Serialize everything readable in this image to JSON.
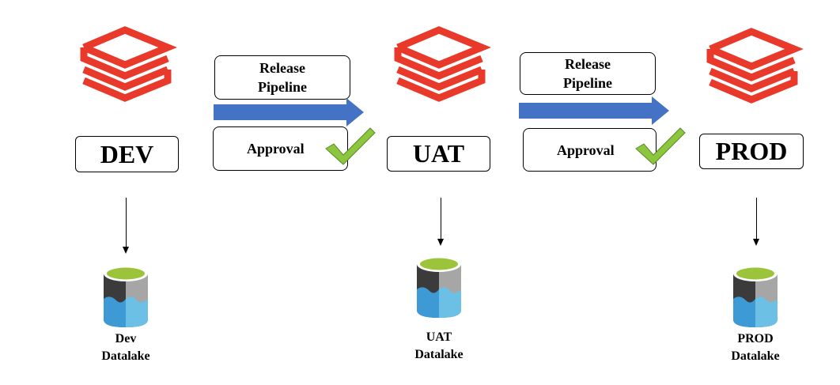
{
  "colors": {
    "databricks_red": "#e8392b",
    "pipeline_arrow": "#4472c4",
    "check_green": "#8cc63f",
    "lake_dark": "#3b3b3b",
    "lake_grey": "#a6a6a6",
    "lake_blue": "#3e9ad5",
    "lake_light_blue": "#6cc0e5",
    "lake_top": "#9bc43a"
  },
  "environments": [
    {
      "name": "DEV",
      "datalake_line1": "Dev",
      "datalake_line2": "Datalake",
      "icon": "databricks-logo-icon",
      "storage_icon": "data-lake-storage-icon"
    },
    {
      "name": "UAT",
      "datalake_line1": "UAT",
      "datalake_line2": "Datalake",
      "icon": "databricks-logo-icon",
      "storage_icon": "data-lake-storage-icon"
    },
    {
      "name": "PROD",
      "datalake_line1": "PROD",
      "datalake_line2": "Datalake",
      "icon": "databricks-logo-icon",
      "storage_icon": "data-lake-storage-icon"
    }
  ],
  "transitions": [
    {
      "pipeline_line1": "Release",
      "pipeline_line2": "Pipeline",
      "approval": "Approval",
      "check_icon": "checkmark-icon"
    },
    {
      "pipeline_line1": "Release",
      "pipeline_line2": "Pipeline",
      "approval": "Approval",
      "check_icon": "checkmark-icon"
    }
  ]
}
